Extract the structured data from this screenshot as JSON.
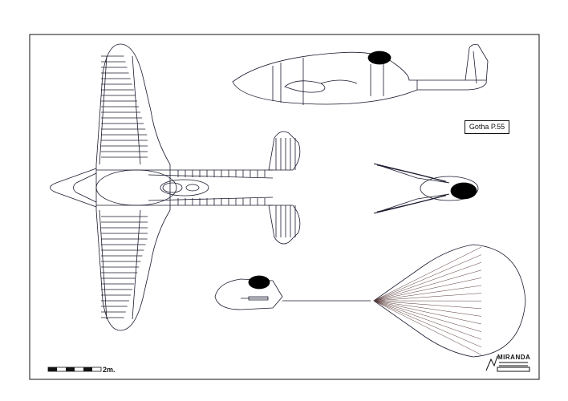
{
  "drawing": {
    "title": "Gotha P.55",
    "scale_label": "2m.",
    "logo_text": "MIRANDA"
  },
  "colors": {
    "line": "#1a1a2e",
    "frame": "#111111",
    "canopy": "#000000",
    "chute": "#5a3a3a"
  },
  "views": [
    "top-view",
    "side-view",
    "front-view",
    "parachute-view"
  ]
}
